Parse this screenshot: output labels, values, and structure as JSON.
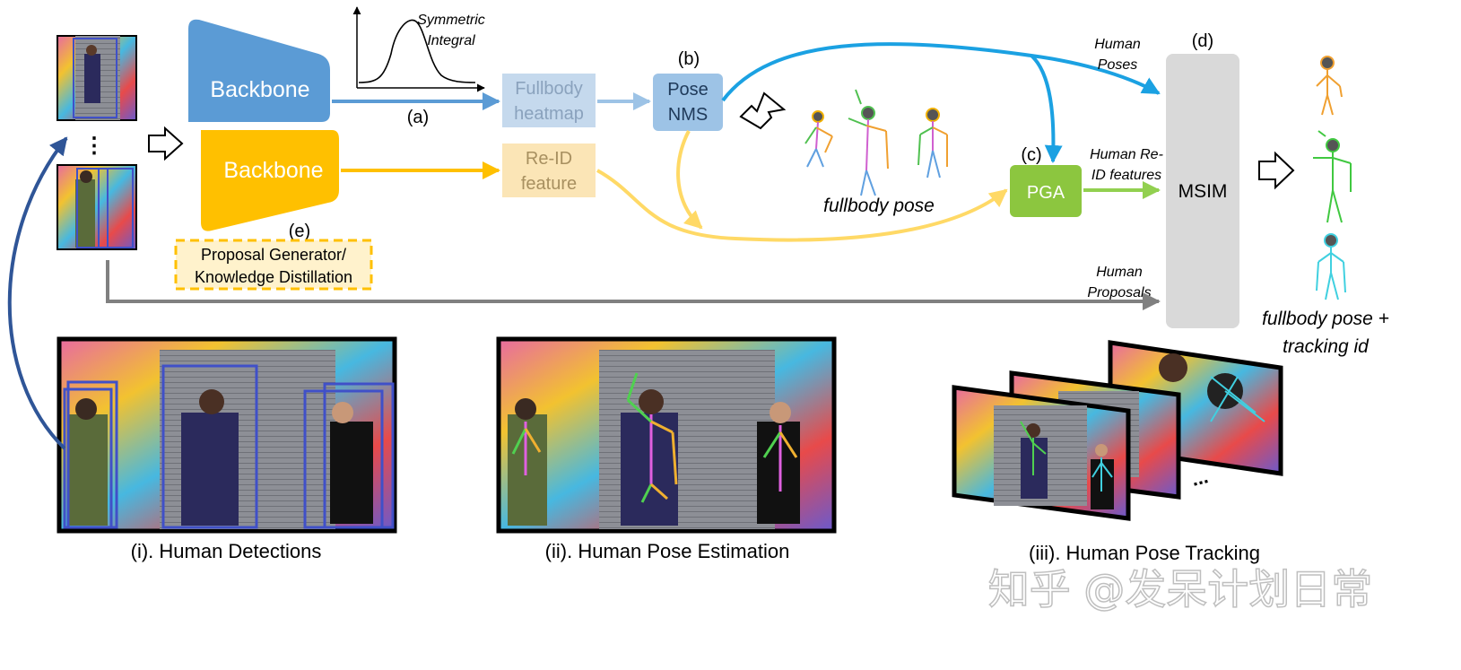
{
  "colors": {
    "blue": "#5b9bd5",
    "orange": "#ffc000",
    "light_blue_box": "#c5d9ed",
    "light_orange_box": "#fbe5b6",
    "pose_nms": "#9dc3e6",
    "pga_green": "#8cc63f",
    "msim_gray": "#d9d9d9",
    "gray_arrow": "#808080",
    "cyan_arrow": "#1ba1e2",
    "light_orange_arrow": "#ffd966",
    "green_arrow": "#92d050",
    "dark_blue_arrow": "#2f5597",
    "detection_box": "#4050c8",
    "dashed_box_fill": "#fff2cc",
    "dashed_box_border": "#ffc000"
  },
  "backbone_top": "Backbone",
  "backbone_bottom": "Backbone",
  "graph": {
    "line1": "Symmetric",
    "line2": "Integral"
  },
  "label_a": "(a)",
  "label_b": "(b)",
  "label_c": "(c)",
  "label_d": "(d)",
  "label_e": "(e)",
  "heatmap_box": {
    "line1": "Fullbody",
    "line2": "heatmap"
  },
  "reid_box": {
    "line1": "Re-ID",
    "line2": "feature"
  },
  "pose_nms": {
    "line1": "Pose",
    "line2": "NMS"
  },
  "pga": "PGA",
  "msim": "MSIM",
  "human_poses": {
    "line1": "Human",
    "line2": "Poses"
  },
  "human_reid": {
    "line1": "Human Re-",
    "line2": "ID features"
  },
  "human_proposals": {
    "line1": "Human",
    "line2": "Proposals"
  },
  "fullbody_pose": "fullbody pose",
  "output_label": {
    "line1": "fullbody pose +",
    "line2": "tracking id"
  },
  "proposal_box": {
    "line1": "Proposal Generator/",
    "line2": "Knowledge Distillation"
  },
  "captions": {
    "detections": "(i). Human Detections",
    "estimation": "(ii). Human Pose Estimation",
    "tracking": "(iii). Human Pose Tracking"
  },
  "watermark": "知乎 @发呆计划日常",
  "icons": [
    "hollow-arrow-icon",
    "vertical-ellipsis-icon",
    "ellipsis-icon"
  ]
}
